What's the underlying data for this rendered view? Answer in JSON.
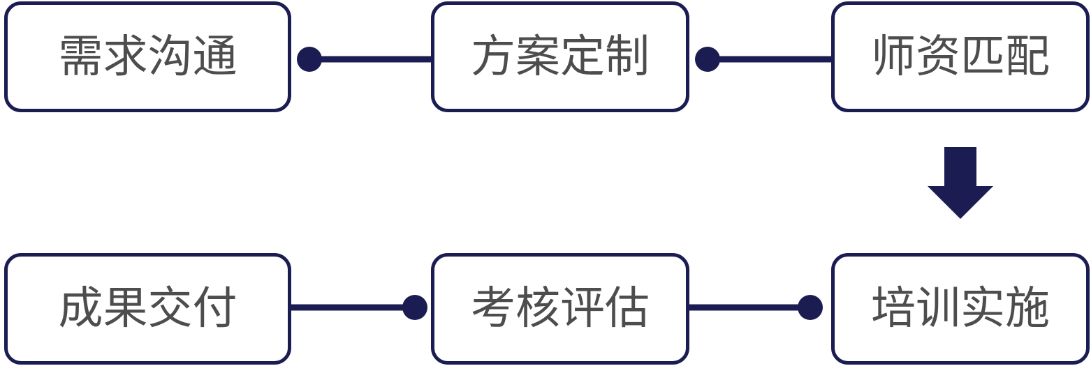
{
  "colors": {
    "stroke": "#1b1c52",
    "text": "#4d4d4d",
    "background": "#ffffff"
  },
  "steps": [
    {
      "label": "需求沟通"
    },
    {
      "label": "方案定制"
    },
    {
      "label": "师资匹配"
    },
    {
      "label": "培训实施"
    },
    {
      "label": "考核评估"
    },
    {
      "label": "成果交付"
    }
  ]
}
